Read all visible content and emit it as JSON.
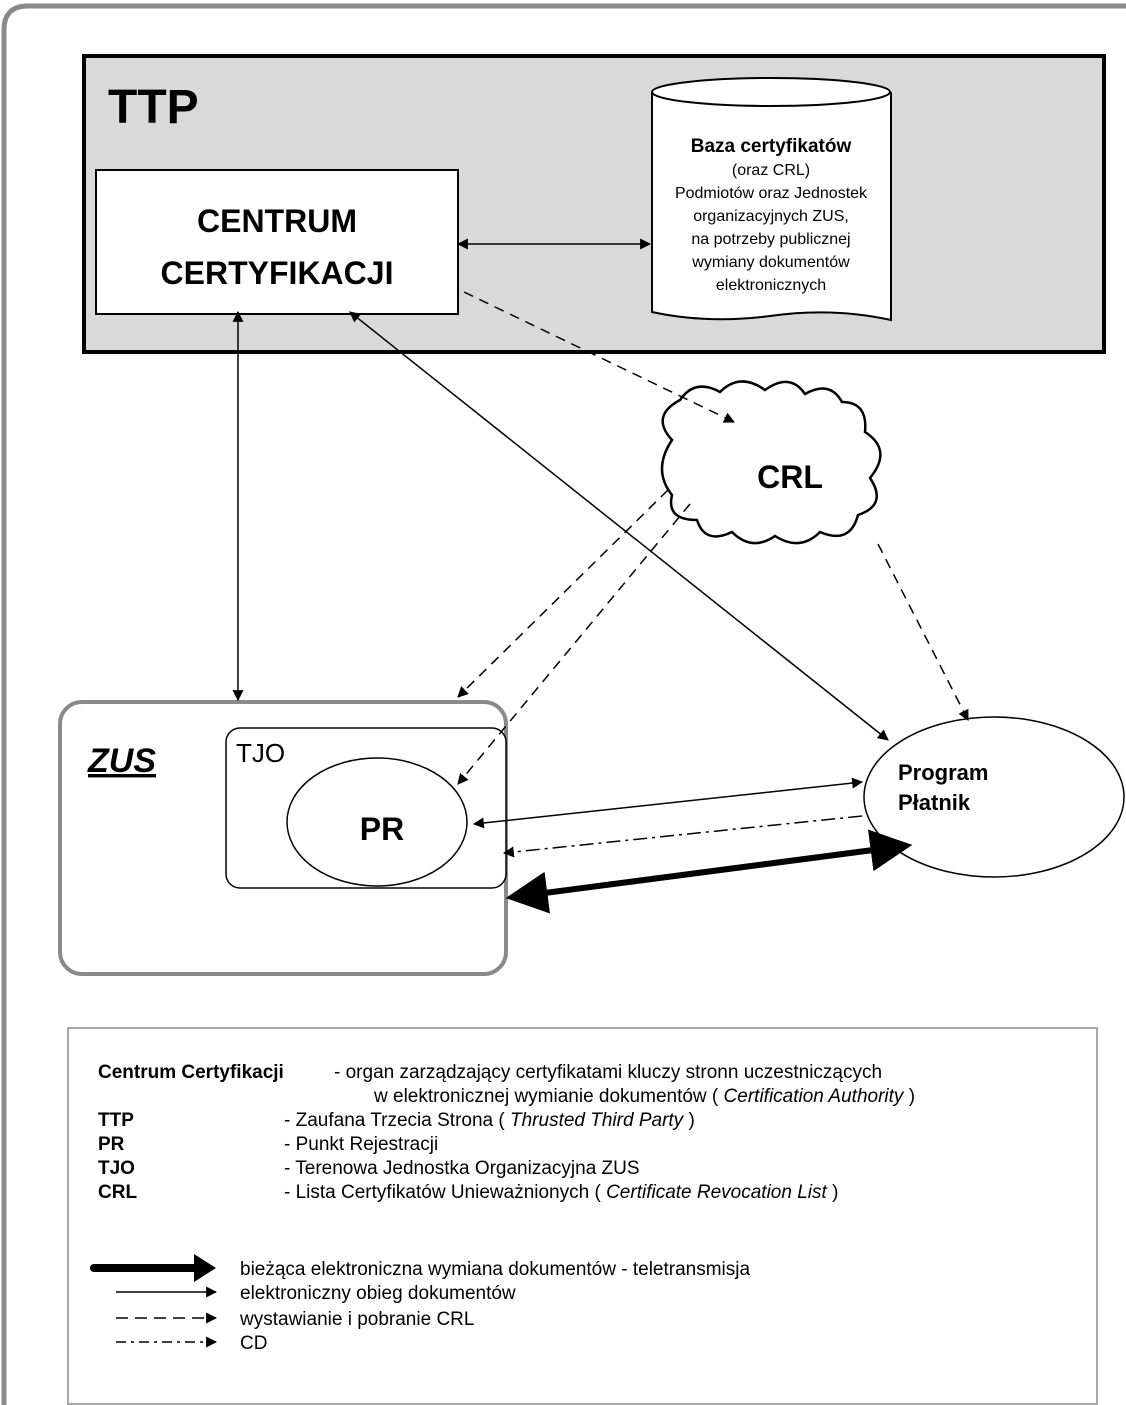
{
  "ttp": {
    "label": "TTP"
  },
  "centrum": {
    "line1": "CENTRUM",
    "line2": "CERTYFIKACJI"
  },
  "baza": {
    "title": "Baza certyfikatów",
    "lines": [
      "(oraz CRL)",
      "Podmiotów oraz Jednostek",
      "organizacyjnych ZUS,",
      "na potrzeby publicznej",
      "wymiany dokumentów",
      "elektronicznych"
    ]
  },
  "crl": {
    "label": "CRL"
  },
  "zus": {
    "logo": "ZUS"
  },
  "tjo": {
    "label": "TJO"
  },
  "pr": {
    "label": "PR"
  },
  "platnik": {
    "line1": "Program",
    "line2": "Płatnik"
  },
  "legend": {
    "definitions": [
      {
        "term": "Centrum Certyfikacji",
        "sep": " - ",
        "desc": "organ zarządzający certyfikatami kluczy stronn uczestniczących",
        "desc2_pre": "w elektronicznej wymianie dokumentów ( ",
        "desc2_italic": "Certification Authority",
        "desc2_post": " )"
      },
      {
        "term": "TTP",
        "desc_pre": "- Zaufana Trzecia Strona ( ",
        "desc_italic": "Thrusted Third Party",
        "desc_post": " )"
      },
      {
        "term": "PR",
        "desc_pre": "- Punkt Rejestracji",
        "desc_italic": "",
        "desc_post": ""
      },
      {
        "term": "TJO",
        "desc_pre": "- Terenowa Jednostka Organizacyjna ZUS",
        "desc_italic": "",
        "desc_post": ""
      },
      {
        "term": "CRL",
        "desc_pre": "- Lista Certyfikatów Unieważnionych ( ",
        "desc_italic": "Certificate Revocation List",
        "desc_post": " )"
      }
    ],
    "lines": [
      {
        "style": "thick",
        "label": "bieżąca elektroniczna wymiana dokumentów - teletransmisja"
      },
      {
        "style": "solid",
        "label": "elektroniczny obieg dokumentów"
      },
      {
        "style": "dashed",
        "label": "wystawianie i pobranie CRL"
      },
      {
        "style": "dashdot",
        "label": "CD"
      }
    ]
  }
}
